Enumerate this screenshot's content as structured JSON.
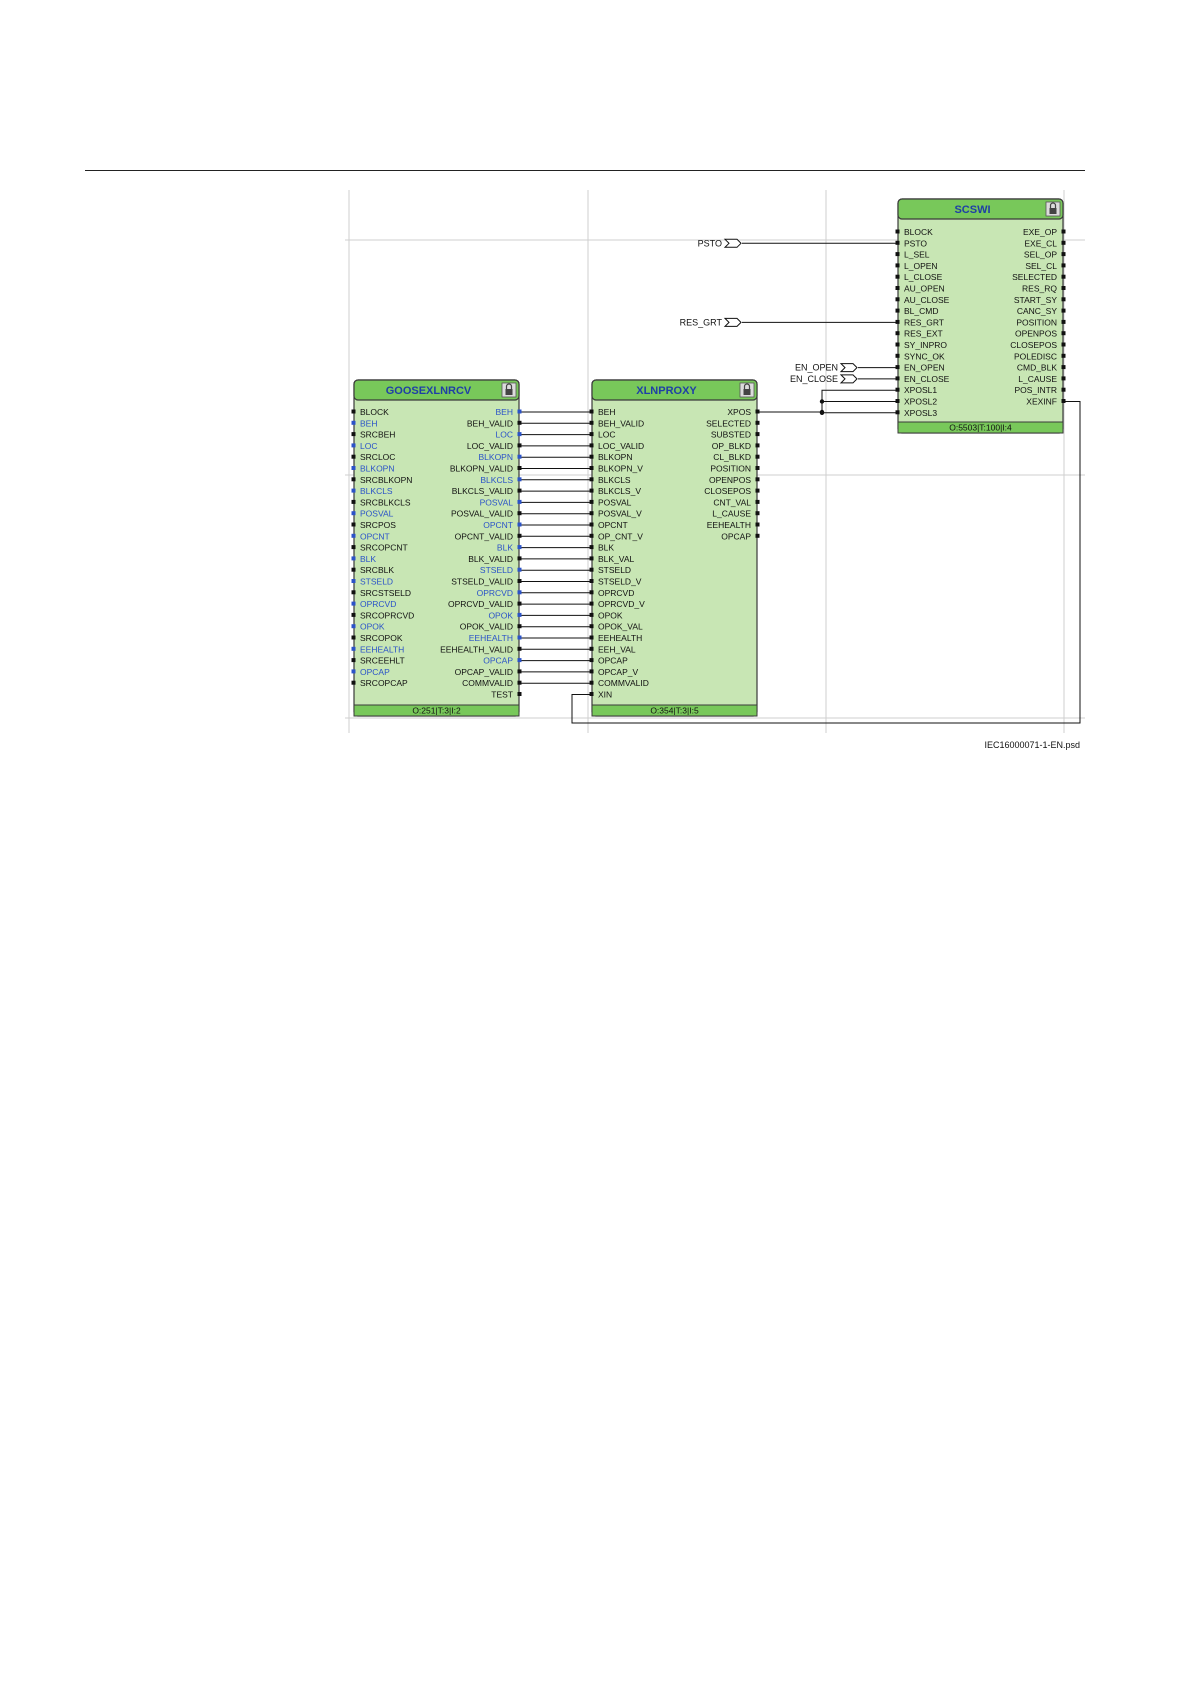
{
  "caption": "IEC16000071-1-EN.psd",
  "colors": {
    "block_fill": "#c8e6b4",
    "block_header": "#78c85a",
    "signal_blue": "#2b53c8",
    "grid": "#cfcfcf"
  },
  "blocks": {
    "goosexlnrcv": {
      "title": "GOOSEXLNRCV",
      "footer": "O:251|T:3|I:2",
      "icon": "lock-icon",
      "inputs": [
        {
          "label": "BLOCK",
          "blue": false
        },
        {
          "label": "BEH",
          "blue": true
        },
        {
          "label": "SRCBEH",
          "blue": false
        },
        {
          "label": "LOC",
          "blue": true
        },
        {
          "label": "SRCLOC",
          "blue": false
        },
        {
          "label": "BLKOPN",
          "blue": true
        },
        {
          "label": "SRCBLKOPN",
          "blue": false
        },
        {
          "label": "BLKCLS",
          "blue": true
        },
        {
          "label": "SRCBLKCLS",
          "blue": false
        },
        {
          "label": "POSVAL",
          "blue": true
        },
        {
          "label": "SRCPOS",
          "blue": false
        },
        {
          "label": "OPCNT",
          "blue": true
        },
        {
          "label": "SRCOPCNT",
          "blue": false
        },
        {
          "label": "BLK",
          "blue": true
        },
        {
          "label": "SRCBLK",
          "blue": false
        },
        {
          "label": "STSELD",
          "blue": true
        },
        {
          "label": "SRCSTSELD",
          "blue": false
        },
        {
          "label": "OPRCVD",
          "blue": true
        },
        {
          "label": "SRCOPRCVD",
          "blue": false
        },
        {
          "label": "OPOK",
          "blue": true
        },
        {
          "label": "SRCOPOK",
          "blue": false
        },
        {
          "label": "EEHEALTH",
          "blue": true
        },
        {
          "label": "SRCEEHLT",
          "blue": false
        },
        {
          "label": "OPCAP",
          "blue": true
        },
        {
          "label": "SRCOPCAP",
          "blue": false
        }
      ],
      "outputs": [
        {
          "label": "BEH",
          "blue": true
        },
        {
          "label": "BEH_VALID",
          "blue": false
        },
        {
          "label": "LOC",
          "blue": true
        },
        {
          "label": "LOC_VALID",
          "blue": false
        },
        {
          "label": "BLKOPN",
          "blue": true
        },
        {
          "label": "BLKOPN_VALID",
          "blue": false
        },
        {
          "label": "BLKCLS",
          "blue": true
        },
        {
          "label": "BLKCLS_VALID",
          "blue": false
        },
        {
          "label": "POSVAL",
          "blue": true
        },
        {
          "label": "POSVAL_VALID",
          "blue": false
        },
        {
          "label": "OPCNT",
          "blue": true
        },
        {
          "label": "OPCNT_VALID",
          "blue": false
        },
        {
          "label": "BLK",
          "blue": true
        },
        {
          "label": "BLK_VALID",
          "blue": false
        },
        {
          "label": "STSELD",
          "blue": true
        },
        {
          "label": "STSELD_VALID",
          "blue": false
        },
        {
          "label": "OPRCVD",
          "blue": true
        },
        {
          "label": "OPRCVD_VALID",
          "blue": false
        },
        {
          "label": "OPOK",
          "blue": true
        },
        {
          "label": "OPOK_VALID",
          "blue": false
        },
        {
          "label": "EEHEALTH",
          "blue": true
        },
        {
          "label": "EEHEALTH_VALID",
          "blue": false
        },
        {
          "label": "OPCAP",
          "blue": true
        },
        {
          "label": "OPCAP_VALID",
          "blue": false
        },
        {
          "label": "COMMVALID",
          "blue": false
        },
        {
          "label": "TEST",
          "blue": false
        }
      ]
    },
    "xlnproxy": {
      "title": "XLNPROXY",
      "footer": "O:354|T:3|I:5",
      "icon": "lock-icon",
      "inputs": [
        {
          "label": "BEH",
          "blue": false
        },
        {
          "label": "BEH_VALID",
          "blue": false
        },
        {
          "label": "LOC",
          "blue": false
        },
        {
          "label": "LOC_VALID",
          "blue": false
        },
        {
          "label": "BLKOPN",
          "blue": false
        },
        {
          "label": "BLKOPN_V",
          "blue": false
        },
        {
          "label": "BLKCLS",
          "blue": false
        },
        {
          "label": "BLKCLS_V",
          "blue": false
        },
        {
          "label": "POSVAL",
          "blue": false
        },
        {
          "label": "POSVAL_V",
          "blue": false
        },
        {
          "label": "OPCNT",
          "blue": false
        },
        {
          "label": "OP_CNT_V",
          "blue": false
        },
        {
          "label": "BLK",
          "blue": false
        },
        {
          "label": "BLK_VAL",
          "blue": false
        },
        {
          "label": "STSELD",
          "blue": false
        },
        {
          "label": "STSELD_V",
          "blue": false
        },
        {
          "label": "OPRCVD",
          "blue": false
        },
        {
          "label": "OPRCVD_V",
          "blue": false
        },
        {
          "label": "OPOK",
          "blue": false
        },
        {
          "label": "OPOK_VAL",
          "blue": false
        },
        {
          "label": "EEHEALTH",
          "blue": false
        },
        {
          "label": "EEH_VAL",
          "blue": false
        },
        {
          "label": "OPCAP",
          "blue": false
        },
        {
          "label": "OPCAP_V",
          "blue": false
        },
        {
          "label": "COMMVALID",
          "blue": false
        },
        {
          "label": "XIN",
          "blue": false
        }
      ],
      "outputs": [
        {
          "label": "XPOS",
          "blue": false
        },
        {
          "label": "SELECTED",
          "blue": false
        },
        {
          "label": "SUBSTED",
          "blue": false
        },
        {
          "label": "OP_BLKD",
          "blue": false
        },
        {
          "label": "CL_BLKD",
          "blue": false
        },
        {
          "label": "POSITION",
          "blue": false
        },
        {
          "label": "OPENPOS",
          "blue": false
        },
        {
          "label": "CLOSEPOS",
          "blue": false
        },
        {
          "label": "CNT_VAL",
          "blue": false
        },
        {
          "label": "L_CAUSE",
          "blue": false
        },
        {
          "label": "EEHEALTH",
          "blue": false
        },
        {
          "label": "OPCAP",
          "blue": false
        }
      ]
    },
    "scswi": {
      "title": "SCSWI",
      "footer": "O:5503|T:100|I:4",
      "icon": "lock-icon",
      "inputs": [
        {
          "label": "BLOCK",
          "blue": false
        },
        {
          "label": "PSTO",
          "blue": false
        },
        {
          "label": "L_SEL",
          "blue": false
        },
        {
          "label": "L_OPEN",
          "blue": false
        },
        {
          "label": "L_CLOSE",
          "blue": false
        },
        {
          "label": "AU_OPEN",
          "blue": false
        },
        {
          "label": "AU_CLOSE",
          "blue": false
        },
        {
          "label": "BL_CMD",
          "blue": false
        },
        {
          "label": "RES_GRT",
          "blue": false
        },
        {
          "label": "RES_EXT",
          "blue": false
        },
        {
          "label": "SY_INPRO",
          "blue": false
        },
        {
          "label": "SYNC_OK",
          "blue": false
        },
        {
          "label": "EN_OPEN",
          "blue": false
        },
        {
          "label": "EN_CLOSE",
          "blue": false
        },
        {
          "label": "XPOSL1",
          "blue": false
        },
        {
          "label": "XPOSL2",
          "blue": false
        },
        {
          "label": "XPOSL3",
          "blue": false
        }
      ],
      "outputs": [
        {
          "label": "EXE_OP",
          "blue": false
        },
        {
          "label": "EXE_CL",
          "blue": false
        },
        {
          "label": "SEL_OP",
          "blue": false
        },
        {
          "label": "SEL_CL",
          "blue": false
        },
        {
          "label": "SELECTED",
          "blue": false
        },
        {
          "label": "RES_RQ",
          "blue": false
        },
        {
          "label": "START_SY",
          "blue": false
        },
        {
          "label": "CANC_SY",
          "blue": false
        },
        {
          "label": "POSITION",
          "blue": false
        },
        {
          "label": "OPENPOS",
          "blue": false
        },
        {
          "label": "CLOSEPOS",
          "blue": false
        },
        {
          "label": "POLEDISC",
          "blue": false
        },
        {
          "label": "CMD_BLK",
          "blue": false
        },
        {
          "label": "L_CAUSE",
          "blue": false
        },
        {
          "label": "POS_INTR",
          "blue": false
        },
        {
          "label": "XEXINF",
          "blue": false
        }
      ]
    }
  },
  "external_signals": [
    {
      "label": "PSTO",
      "target_input": "PSTO"
    },
    {
      "label": "RES_GRT",
      "target_input": "RES_GRT"
    },
    {
      "label": "EN_OPEN",
      "target_input": "EN_OPEN"
    },
    {
      "label": "EN_CLOSE",
      "target_input": "EN_CLOSE"
    }
  ]
}
